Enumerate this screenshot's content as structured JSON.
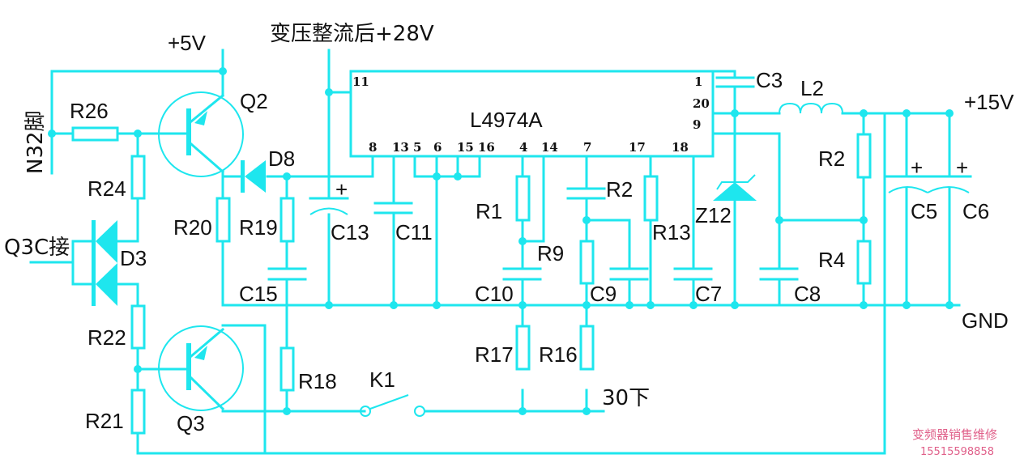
{
  "diagram": {
    "type": "circuit-schematic",
    "wire_color": "#1ee6ee",
    "ic": {
      "name": "L4974A",
      "pins": [
        "11",
        "8",
        "13",
        "5",
        "6",
        "15",
        "16",
        "4",
        "14",
        "7",
        "17",
        "18",
        "1",
        "20",
        "9"
      ]
    },
    "nets": {
      "vin_5v": "+5V",
      "vin_28v": "变压整流后+28V",
      "vout": "+15V",
      "ground": "GND",
      "n32": "N32脚",
      "q3c": "Q3C接",
      "out30": "30下"
    },
    "components": {
      "R26": "R26",
      "R24": "R24",
      "R22": "R22",
      "R21": "R21",
      "R20": "R20",
      "R19": "R19",
      "R18": "R18",
      "R1": "R1",
      "R9": "R9",
      "R2_cap": "R2",
      "R13": "R13",
      "R17": "R17",
      "R16": "R16",
      "R2": "R2",
      "R4": "R4",
      "Q2": "Q2",
      "Q3": "Q3",
      "D8": "D8",
      "D3": "D3",
      "Z12": "Z12",
      "K1": "K1",
      "L2": "L2",
      "C3": "C3",
      "C5": "C5",
      "C6": "C6",
      "C7": "C7",
      "C8": "C8",
      "C9": "C9",
      "C10": "C10",
      "C11": "C11",
      "C13": "C13",
      "C15": "C15"
    },
    "polarity": {
      "plus": "+"
    },
    "watermark": {
      "line1": "变频器销售维修",
      "line2": "15515598858"
    }
  }
}
